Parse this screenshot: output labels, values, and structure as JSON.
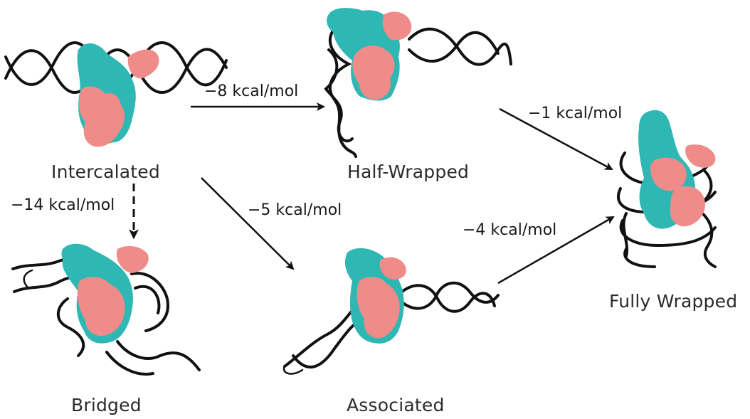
{
  "states": {
    "intercalated": "Intercalated",
    "half_wrapped": "Half-Wrapped",
    "fully_wrapped": "Fully Wrapped",
    "bridged": "Bridged",
    "associated": "Associated"
  },
  "transitions": {
    "intercalated_to_half_wrapped": "−8 kcal/mol",
    "half_wrapped_to_fully_wrapped": "−1 kcal/mol",
    "intercalated_to_bridged": "−14 kcal/mol",
    "intercalated_to_associated": "−5 kcal/mol",
    "associated_to_fully_wrapped": "−4 kcal/mol"
  },
  "colors": {
    "protein_teal": "#2fb7b4",
    "protein_pink": "#ef8c8a",
    "dna": "#111111",
    "text": "#2b2b2b"
  }
}
